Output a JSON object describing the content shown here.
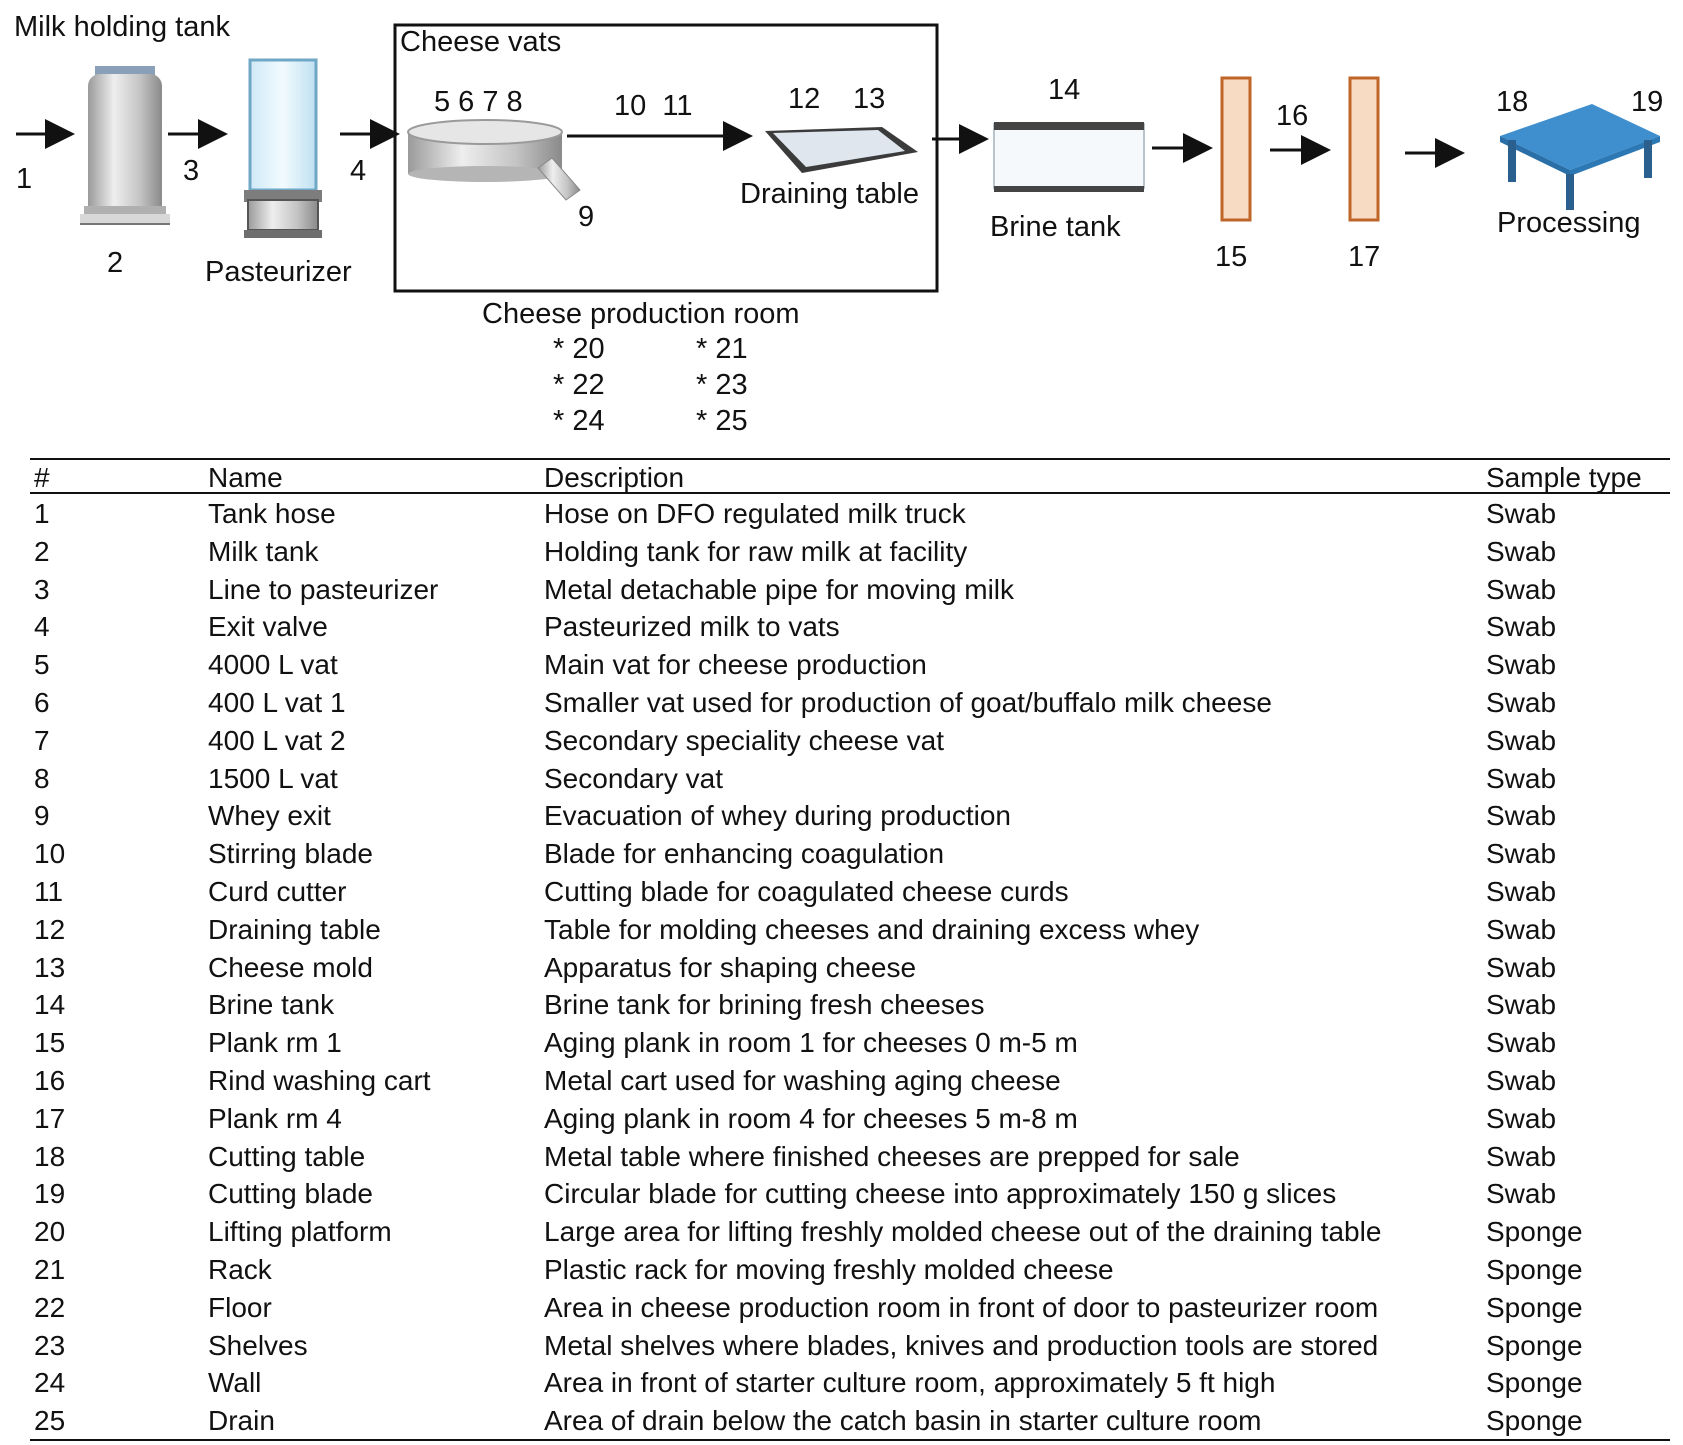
{
  "diagram": {
    "milk_tank_label": "Milk holding tank",
    "pasteurizer_label": "Pasteurizer",
    "vats_box_label": "Cheese vats",
    "draining_table_label": "Draining table",
    "brine_tank_label": "Brine tank",
    "processing_label": "Processing",
    "production_room_label": "Cheese production room",
    "numbers": {
      "n1": "1",
      "n2": "2",
      "n3": "3",
      "n4": "4",
      "n5678": "5 6 7 8",
      "n9": "9",
      "n10_11": "10  11",
      "n12": "12",
      "n13": "13",
      "n14": "14",
      "n15": "15",
      "n16": "16",
      "n17": "17",
      "n18": "18",
      "n19": "19"
    },
    "room_sites": [
      "* 20",
      "* 21",
      "* 22",
      "* 23",
      "* 24",
      "* 25"
    ]
  },
  "table": {
    "headers": {
      "num": "#",
      "name": "Name",
      "description": "Description",
      "sample": "Sample type"
    },
    "rows": [
      {
        "num": "1",
        "name": "Tank hose",
        "description": "Hose on DFO regulated milk truck",
        "sample": "Swab"
      },
      {
        "num": "2",
        "name": "Milk tank",
        "description": "Holding tank for raw milk at facility",
        "sample": "Swab"
      },
      {
        "num": "3",
        "name": "Line to pasteurizer",
        "description": "Metal detachable pipe for moving milk",
        "sample": "Swab"
      },
      {
        "num": "4",
        "name": "Exit valve",
        "description": "Pasteurized milk to vats",
        "sample": "Swab"
      },
      {
        "num": "5",
        "name": "4000 L vat",
        "description": "Main vat for cheese production",
        "sample": "Swab"
      },
      {
        "num": "6",
        "name": "400 L vat 1",
        "description": "Smaller vat used for production of goat/buffalo milk cheese",
        "sample": "Swab"
      },
      {
        "num": "7",
        "name": "400 L vat 2",
        "description": "Secondary speciality cheese vat",
        "sample": "Swab"
      },
      {
        "num": "8",
        "name": "1500 L vat",
        "description": "Secondary vat",
        "sample": "Swab"
      },
      {
        "num": "9",
        "name": "Whey exit",
        "description": "Evacuation of whey during production",
        "sample": "Swab"
      },
      {
        "num": "10",
        "name": "Stirring blade",
        "description": "Blade for enhancing coagulation",
        "sample": "Swab"
      },
      {
        "num": "11",
        "name": "Curd cutter",
        "description": "Cutting blade for coagulated cheese curds",
        "sample": "Swab"
      },
      {
        "num": "12",
        "name": "Draining table",
        "description": "Table for molding cheeses and draining excess whey",
        "sample": "Swab"
      },
      {
        "num": "13",
        "name": "Cheese mold",
        "description": "Apparatus for shaping cheese",
        "sample": "Swab"
      },
      {
        "num": "14",
        "name": "Brine tank",
        "description": "Brine tank for brining fresh cheeses",
        "sample": "Swab"
      },
      {
        "num": "15",
        "name": "Plank rm 1",
        "description": "Aging plank in room 1 for cheeses 0 m-5 m",
        "sample": "Swab"
      },
      {
        "num": "16",
        "name": "Rind washing cart",
        "description": "Metal cart used for washing aging cheese",
        "sample": "Swab"
      },
      {
        "num": "17",
        "name": "Plank rm 4",
        "description": "Aging plank in room 4 for cheeses 5 m-8 m",
        "sample": "Swab"
      },
      {
        "num": "18",
        "name": "Cutting table",
        "description": "Metal table where finished cheeses are prepped for sale",
        "sample": "Swab"
      },
      {
        "num": "19",
        "name": "Cutting blade",
        "description": "Circular blade for cutting cheese into approximately 150 g slices",
        "sample": "Swab"
      },
      {
        "num": "20",
        "name": "Lifting platform",
        "description": "Large area for lifting freshly molded cheese out of the draining table",
        "sample": "Sponge"
      },
      {
        "num": "21",
        "name": "Rack",
        "description": "Plastic rack for moving freshly molded cheese",
        "sample": "Sponge"
      },
      {
        "num": "22",
        "name": "Floor",
        "description": "Area in cheese production room in front of door to pasteurizer room",
        "sample": "Sponge"
      },
      {
        "num": "23",
        "name": "Shelves",
        "description": "Metal shelves where blades, knives and production tools are stored",
        "sample": "Sponge"
      },
      {
        "num": "24",
        "name": "Wall",
        "description": "Area in front of starter culture room, approximately 5 ft high",
        "sample": "Sponge"
      },
      {
        "num": "25",
        "name": "Drain",
        "description": "Area of drain below the catch basin in starter culture room",
        "sample": "Sponge"
      }
    ]
  },
  "colors": {
    "plank_fill": "#f7dcc3",
    "plank_stroke": "#c0652a",
    "table_blue": "#3f8fcf",
    "metal": "#c9c9c9"
  }
}
